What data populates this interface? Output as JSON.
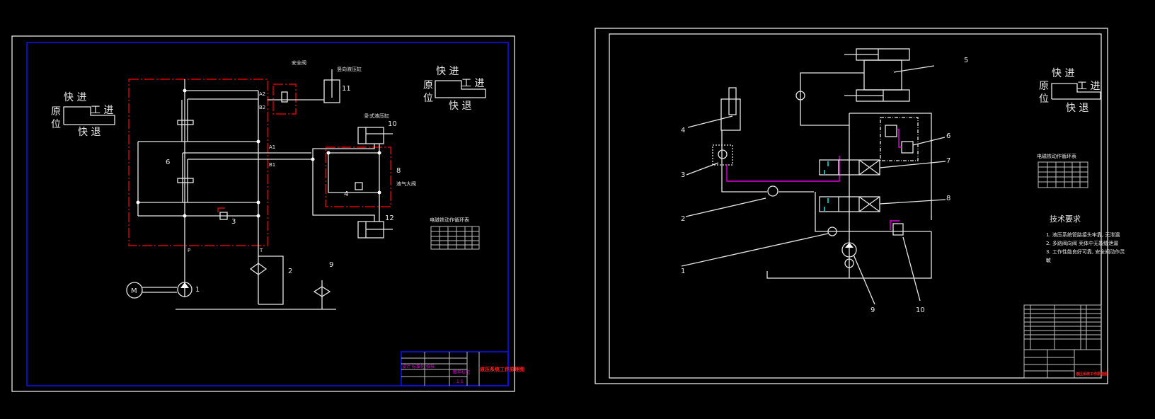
{
  "left_sheet": {
    "motion_diagram": {
      "fast_forward": "快 进",
      "origin": "原",
      "position": "位",
      "work_feed": "工 进",
      "fast_return": "快 退"
    },
    "labels": {
      "safety_valve": "安全阀",
      "cylinder_9": "竖向液压缸",
      "cylinder_10_11": "卧式液压缸",
      "port_a2": "A2",
      "port_b2": "B2",
      "port_a1": "A1",
      "port_b1": "B1",
      "port_p": "P",
      "port_t": "T",
      "motor": "M",
      "pilot": "液气大阀"
    },
    "part_numbers": [
      "1",
      "2",
      "3",
      "4",
      "6",
      "8",
      "9",
      "10",
      "11",
      "12"
    ],
    "table_title": "电磁铁动作循环表",
    "title_block": {
      "title": "液压系统工作原理图",
      "scale": "1:1"
    }
  },
  "right_sheet": {
    "motion_diagram": {
      "fast_forward": "快 进",
      "origin": "原",
      "position": "位",
      "work_feed": "工 进",
      "fast_return": "快 退"
    },
    "part_numbers": [
      "1",
      "2",
      "3",
      "4",
      "5",
      "6",
      "7",
      "8",
      "9",
      "10"
    ],
    "table_title": "电磁铁动作循环表",
    "tech_req": {
      "heading": "技术要求",
      "items": [
        "1. 液压系统管路接头牢靠, 无泄漏",
        "2. 多路阀向阀 壳体中无裂缝泄漏",
        "3. 工作性能良好可靠, 安全阀动作灵",
        "敏"
      ]
    },
    "title_block": {
      "title": "液压系统工作原理图"
    }
  },
  "colors": {
    "background": "#000000",
    "lines": "#e8e8e8",
    "frame_blue": "#1010ff",
    "red_boundary": "#e00000",
    "magenta": "#e000e0",
    "cyan": "#00e0e0"
  }
}
